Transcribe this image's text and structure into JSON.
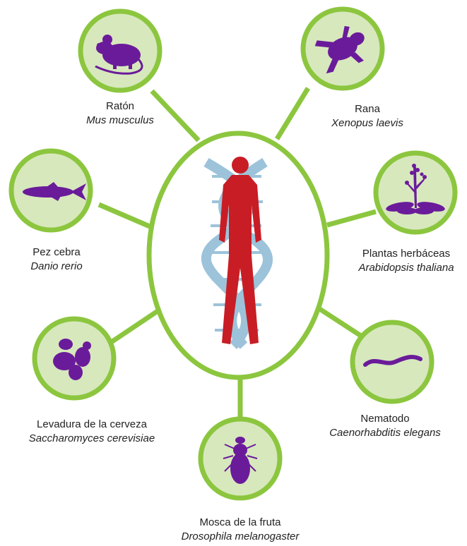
{
  "diagram": {
    "colors": {
      "ring": "#8cc63f",
      "ring_fill": "#d7e8bd",
      "spoke": "#8cc63f",
      "silhouette": "#6a1b9a",
      "human": "#c81d25",
      "dna_blue": "#9cc3da"
    },
    "center": {
      "icon": "human-dna-icon"
    },
    "organisms": [
      {
        "key": "mouse",
        "icon": "mouse-icon",
        "common": "Ratón",
        "scientific": "Mus musculus"
      },
      {
        "key": "frog",
        "icon": "frog-icon",
        "common": "Rana",
        "scientific": "Xenopus laevis"
      },
      {
        "key": "zebrafish",
        "icon": "fish-icon",
        "common": "Pez cebra",
        "scientific": "Danio rerio"
      },
      {
        "key": "plant",
        "icon": "plant-icon",
        "common": "Plantas herbáceas",
        "scientific": "Arabidopsis thaliana"
      },
      {
        "key": "yeast",
        "icon": "yeast-icon",
        "common": "Levadura de la cerveza",
        "scientific": "Saccharomyces cerevisiae"
      },
      {
        "key": "nematode",
        "icon": "worm-icon",
        "common": "Nematodo",
        "scientific": "Caenorhabditis elegans"
      },
      {
        "key": "fly",
        "icon": "fly-icon",
        "common": "Mosca de la fruta",
        "scientific": "Drosophila melanogaster"
      }
    ]
  }
}
